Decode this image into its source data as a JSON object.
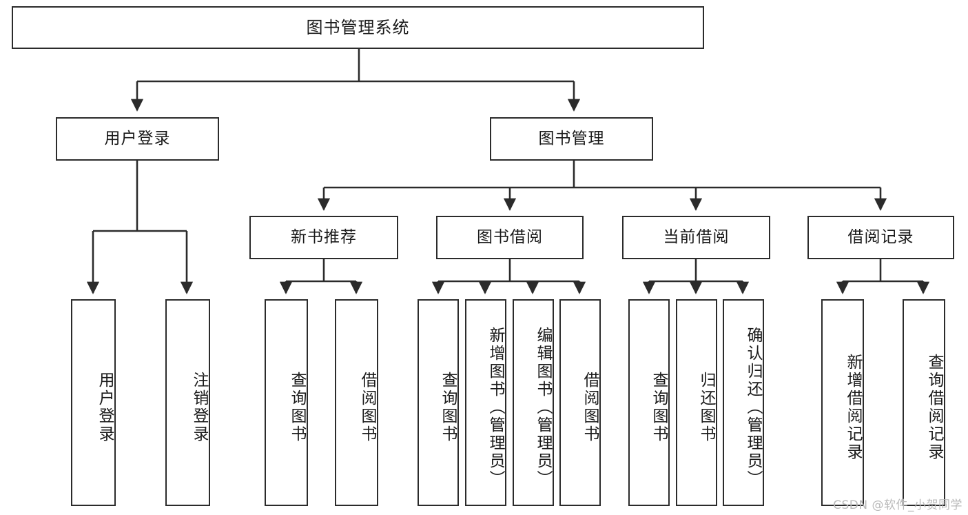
{
  "diagram": {
    "title": "图书管理系统",
    "type": "tree",
    "root": {
      "id": "root",
      "label": "图书管理系统"
    },
    "level2": [
      {
        "id": "user-login",
        "label": "用户登录"
      },
      {
        "id": "book-manage",
        "label": "图书管理"
      }
    ],
    "level3": [
      {
        "id": "new-book-rec",
        "label": "新书推荐"
      },
      {
        "id": "book-borrow",
        "label": "图书借阅"
      },
      {
        "id": "current-borrow",
        "label": "当前借阅"
      },
      {
        "id": "borrow-record",
        "label": "借阅记录"
      }
    ],
    "leaves": {
      "user_login": [
        {
          "id": "leaf-user-login",
          "label": "用户登录"
        },
        {
          "id": "leaf-logout",
          "label": "注销登录"
        }
      ],
      "new_book_rec": [
        {
          "id": "leaf-query-book-1",
          "label": "查询图书"
        },
        {
          "id": "leaf-borrow-book-1",
          "label": "借阅图书"
        }
      ],
      "book_borrow": [
        {
          "id": "leaf-query-book-2",
          "label": "查询图书"
        },
        {
          "id": "leaf-add-book",
          "label": "新增图书（管理员）"
        },
        {
          "id": "leaf-edit-book",
          "label": "编辑图书（管理员）"
        },
        {
          "id": "leaf-borrow-book-2",
          "label": "借阅图书"
        }
      ],
      "current_borrow": [
        {
          "id": "leaf-query-book-3",
          "label": "查询图书"
        },
        {
          "id": "leaf-return-book",
          "label": "归还图书"
        },
        {
          "id": "leaf-confirm-return",
          "label": "确认归还（管理员）"
        }
      ],
      "borrow_record": [
        {
          "id": "leaf-add-record",
          "label": "新增借阅记录"
        },
        {
          "id": "leaf-query-record",
          "label": "查询借阅记录"
        }
      ]
    },
    "colors": {
      "stroke": "#2b2b2b",
      "fill": "#ffffff",
      "text": "#1a1a1a",
      "watermark": "#b9b9b9"
    }
  },
  "watermark": {
    "text": "CSDN @软件_小贺同学"
  }
}
